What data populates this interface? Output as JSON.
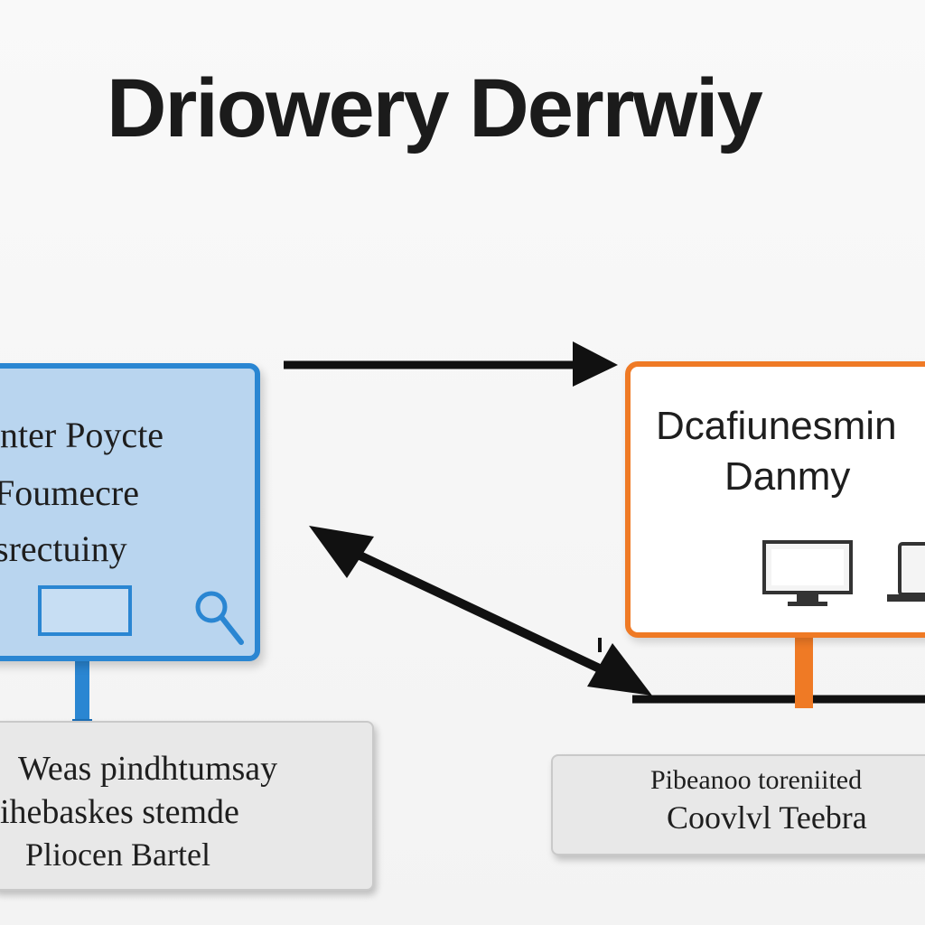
{
  "title": "Driowery Derrwiy",
  "left_panel": {
    "lines": [
      "nter Poycte",
      "Foumecre",
      "srectuiny"
    ],
    "icons": [
      "rectangle-icon",
      "magnifier-icon"
    ],
    "colors": {
      "fill": "#b9d5ef",
      "border": "#2a86d2"
    }
  },
  "right_panel": {
    "lines": [
      "Dcafiunesmin",
      "Danmy"
    ],
    "icons": [
      "monitor-icon",
      "laptop-icon"
    ],
    "colors": {
      "fill": "#ffffff",
      "border": "#ef7a25"
    }
  },
  "left_note": {
    "lines": [
      "Weas pindhtumsay",
      "ihebaskes stemde",
      "Pliocen Bartel"
    ]
  },
  "right_note": {
    "lines": [
      "Pibeanoo toreniited",
      "Coovlvl Teebra"
    ]
  },
  "colors": {
    "arrow": "#111111",
    "left_accent": "#2a86d2",
    "right_accent": "#ef7a25"
  }
}
